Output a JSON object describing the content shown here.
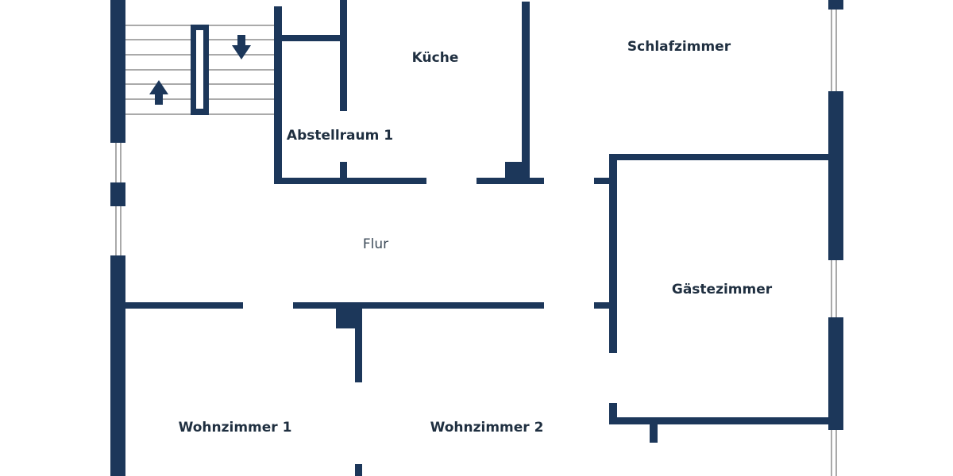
{
  "plan": {
    "wall_color": "#1c375a",
    "rooms": [
      {
        "id": "kueche",
        "label": "Küche"
      },
      {
        "id": "schlafzimmer",
        "label": "Schlafzimmer"
      },
      {
        "id": "abstellraum",
        "label": "Abstellraum 1"
      },
      {
        "id": "flur",
        "label": "Flur"
      },
      {
        "id": "gaestezimmer",
        "label": "Gästezimmer"
      },
      {
        "id": "wohnzimmer1",
        "label": "Wohnzimmer 1"
      },
      {
        "id": "wohnzimmer2",
        "label": "Wohnzimmer 2"
      }
    ],
    "stairs": {
      "up_icon": "arrow-up-icon",
      "down_icon": "arrow-down-icon"
    }
  }
}
